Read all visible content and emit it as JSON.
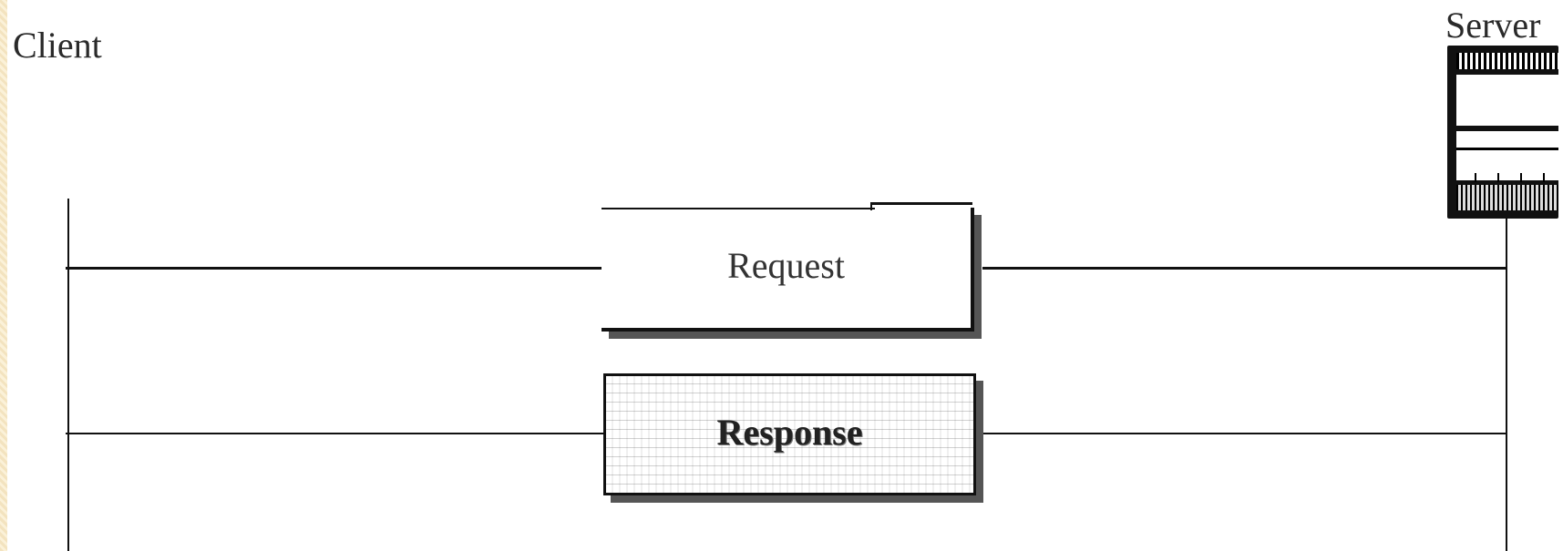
{
  "client": {
    "label": "Client"
  },
  "server": {
    "label": "Server"
  },
  "messages": {
    "request": "Request",
    "response": "Response"
  }
}
